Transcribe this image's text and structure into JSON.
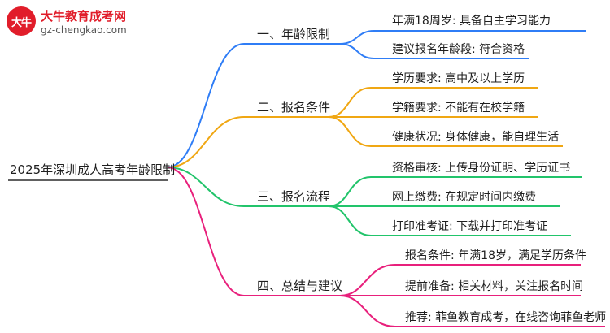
{
  "logo": {
    "mark": "大牛",
    "title": "大牛教育成考网",
    "url": "gz-chengkao.com"
  },
  "colors": {
    "branch1": "#2f7df6",
    "branch2": "#f0a713",
    "branch3": "#22c46b",
    "branch4": "#e8207c",
    "root": "#606060"
  },
  "root": "2025年深圳成人高考年龄限制",
  "branches": [
    {
      "label": "一、年龄限制",
      "items": [
        "年满18周岁: 具备自主学习能力",
        "建议报名年龄段: 符合资格"
      ]
    },
    {
      "label": "二、报名条件",
      "items": [
        "学历要求: 高中及以上学历",
        "学籍要求: 不能有在校学籍",
        "健康状况: 身体健康，能自理生活"
      ]
    },
    {
      "label": "三、报名流程",
      "items": [
        "资格审核: 上传身份证明、学历证书",
        "网上缴费: 在规定时间内缴费",
        "打印准考证: 下载并打印准考证"
      ]
    },
    {
      "label": "四、总结与建议",
      "items": [
        "报名条件: 年满18岁，满足学历条件",
        "提前准备: 相关材料，关注报名时间",
        "推荐: 菲鱼教育成考，在线咨询菲鱼老师"
      ]
    }
  ]
}
